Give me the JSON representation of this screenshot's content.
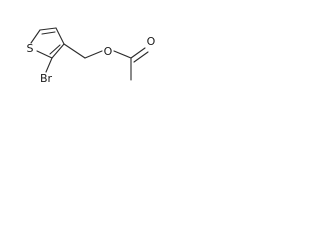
{
  "molecule": {
    "atoms": {
      "sulfur": "S",
      "bromine": "Br",
      "ester_oxygen": "O",
      "carbonyl_oxygen": "O"
    }
  },
  "colors": {
    "bond": "#2b2b2b",
    "label": "#1a1a1a",
    "background": "#ffffff"
  }
}
